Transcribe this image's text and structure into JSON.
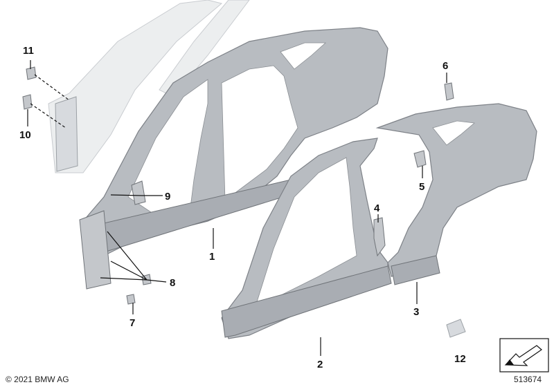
{
  "callouts": [
    {
      "id": "1",
      "label": "1"
    },
    {
      "id": "2",
      "label": "2"
    },
    {
      "id": "3",
      "label": "3"
    },
    {
      "id": "4",
      "label": "4"
    },
    {
      "id": "5",
      "label": "5"
    },
    {
      "id": "6",
      "label": "6"
    },
    {
      "id": "7",
      "label": "7"
    },
    {
      "id": "8",
      "label": "8"
    },
    {
      "id": "9",
      "label": "9"
    },
    {
      "id": "10",
      "label": "10"
    },
    {
      "id": "11",
      "label": "11"
    },
    {
      "id": "12",
      "label": "12"
    }
  ],
  "footer": {
    "copyright": "© 2021 BMW AG",
    "diagram_number": "513674"
  }
}
